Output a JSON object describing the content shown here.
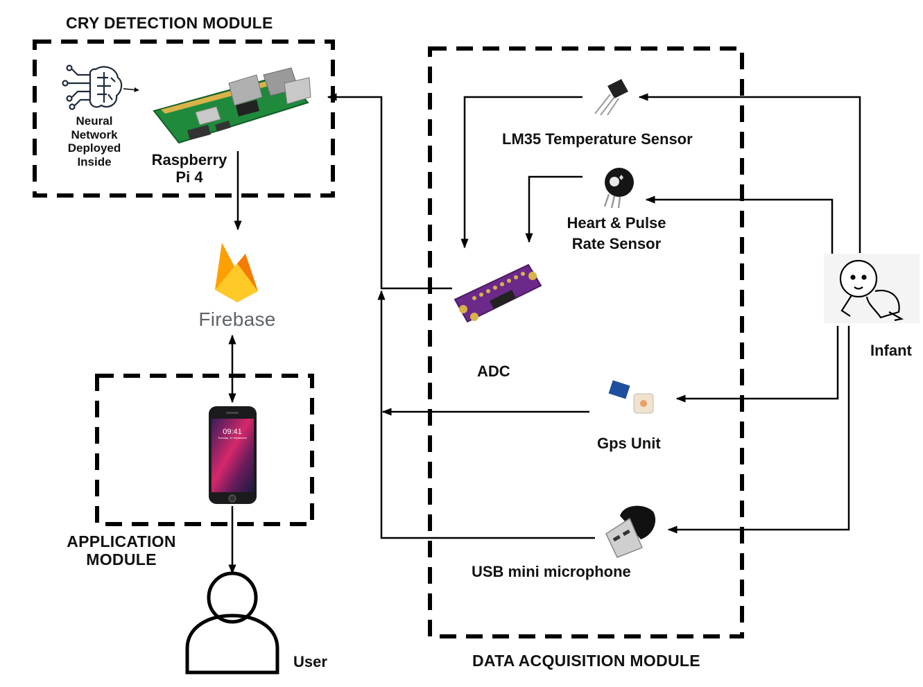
{
  "modules": {
    "cry_detection": "CRY DETECTION MODULE",
    "data_acquisition": "DATA ACQUISITION MODULE",
    "application": "APPLICATION\nMODULE"
  },
  "components": {
    "neural_network": "Neural\nNetwork\nDeployed\nInside",
    "raspberry_pi": "Raspberry\nPi 4",
    "firebase": "Firebase",
    "lm35": "LM35 Temperature Sensor",
    "heart_sensor": "Heart & Pulse\nRate Sensor",
    "adc": "ADC",
    "gps": "Gps Unit",
    "microphone": "USB mini microphone",
    "infant": "Infant",
    "user": "User"
  },
  "phone": {
    "time": "09:41",
    "date": "Tuesday, 12 September"
  },
  "icons": [
    "brain-circuit-icon",
    "raspberry-pi-board-icon",
    "firebase-flame-icon",
    "smartphone-icon",
    "user-person-icon",
    "lm35-sensor-icon",
    "pulse-sensor-icon",
    "adc-board-icon",
    "gps-module-icon",
    "usb-microphone-icon",
    "baby-icon"
  ]
}
